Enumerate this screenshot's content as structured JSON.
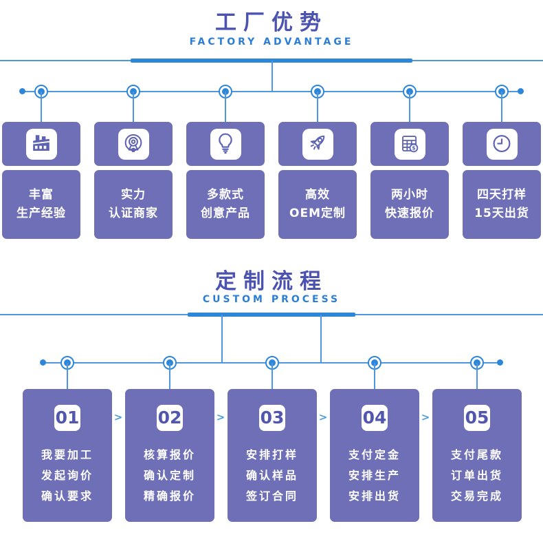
{
  "colors": {
    "card_purple": "#6e6fb7",
    "icon_stroke_purple": "#5e62b2",
    "line_blue": "#4e97e0",
    "accent_blue": "#2e86d8",
    "title_indigo": "#4b52b0",
    "subtitle_blue": "#2b7ed6",
    "step_number_purple": "#5157ae",
    "card_text_white": "#ffffff"
  },
  "advantage": {
    "title": "工厂优势",
    "subtitle": "FACTORY ADVANTAGE",
    "cards": [
      {
        "icon": "factory-icon",
        "line1": "丰富",
        "line2": "生产经验"
      },
      {
        "icon": "medal-icon",
        "line1": "实力",
        "line2": "认证商家"
      },
      {
        "icon": "lightbulb-icon",
        "line1": "多款式",
        "line2": "创意产品"
      },
      {
        "icon": "rocket-icon",
        "line1": "高效",
        "line2": "OEM定制"
      },
      {
        "icon": "calculator-icon",
        "line1": "两小时",
        "line2": "快速报价",
        "symbol": "$"
      },
      {
        "icon": "clock-icon",
        "line1": "四天打样",
        "line2": "15天出货"
      }
    ]
  },
  "process": {
    "title": "定制流程",
    "subtitle": "CUSTOM PROCESS",
    "arrow": ">",
    "steps": [
      {
        "number": "01",
        "line1": "我要加工",
        "line2": "发起询价",
        "line3": "确认要求"
      },
      {
        "number": "02",
        "line1": "核算报价",
        "line2": "确认定制",
        "line3": "精确报价"
      },
      {
        "number": "03",
        "line1": "安排打样",
        "line2": "确认样品",
        "line3": "签订合同"
      },
      {
        "number": "04",
        "line1": "支付定金",
        "line2": "安排生产",
        "line3": "安排出货"
      },
      {
        "number": "05",
        "line1": "支付尾款",
        "line2": "订单出货",
        "line3": "交易完成"
      }
    ]
  }
}
